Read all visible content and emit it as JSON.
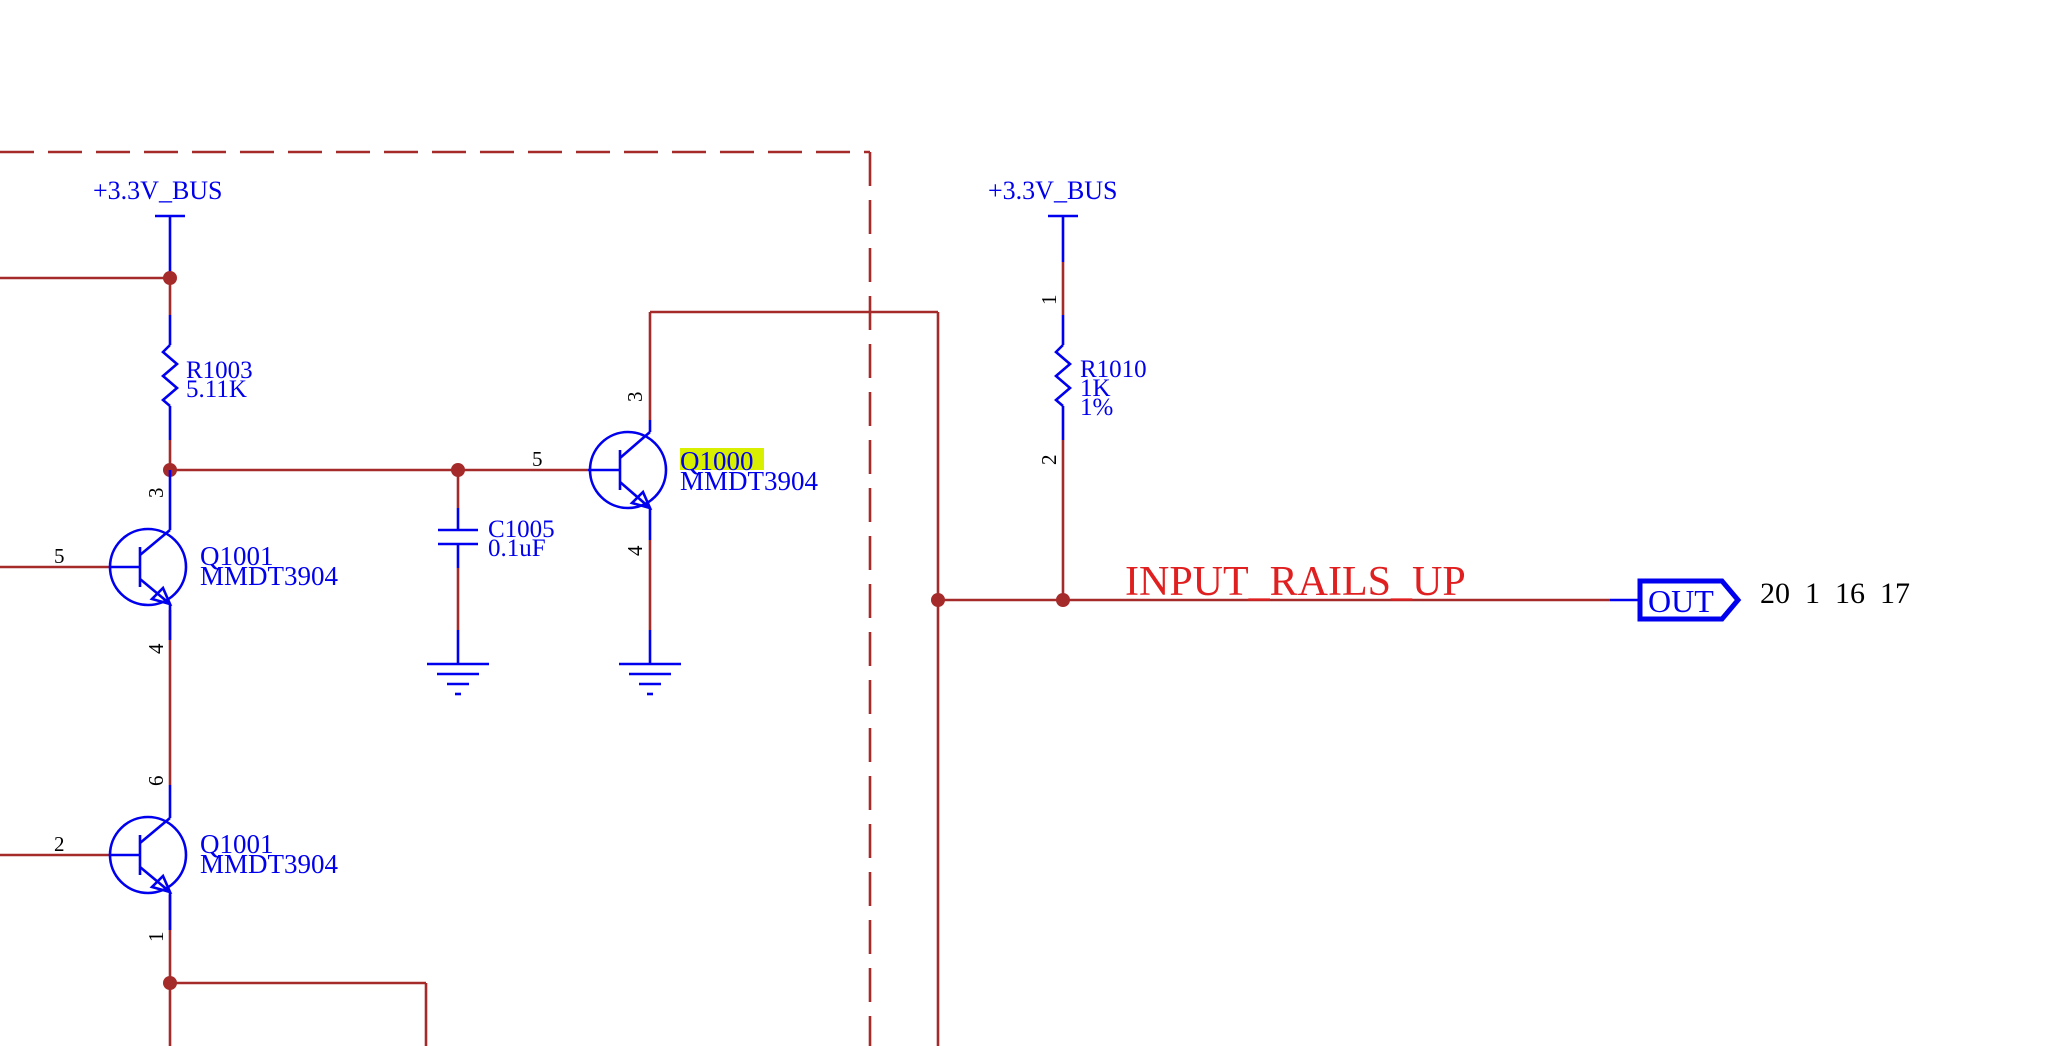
{
  "power": {
    "left": "+3.3V_BUS",
    "right": "+3.3V_BUS"
  },
  "components": {
    "r1003": {
      "ref": "R1003",
      "value": "5.11K"
    },
    "r1010": {
      "ref": "R1010",
      "value": "1K",
      "tol": "1%"
    },
    "c1005": {
      "ref": "C1005",
      "value": "0.1uF"
    },
    "q1000": {
      "ref": "Q1000",
      "part": "MMDT3904"
    },
    "q1001a": {
      "ref": "Q1001",
      "part": "MMDT3904"
    },
    "q1001b": {
      "ref": "Q1001",
      "part": "MMDT3904"
    }
  },
  "pins": {
    "r1003_top_q": "3",
    "q1001a_base": "5",
    "q1001a_emitter": "4",
    "q1001b_collector": "6",
    "q1001b_base": "2",
    "q1001b_emitter": "1",
    "q1000_base": "5",
    "q1000_collector": "3",
    "q1000_emitter": "4",
    "r1010_top": "1",
    "r1010_bottom": "2"
  },
  "net_label": "INPUT_RAILS_UP",
  "port": {
    "label": "OUT",
    "xrefs": "20  1  16  17"
  },
  "colors": {
    "wire": "#a52a2a",
    "symbol": "#0000ee",
    "net": "#e02020",
    "highlight": "#d8f000"
  }
}
